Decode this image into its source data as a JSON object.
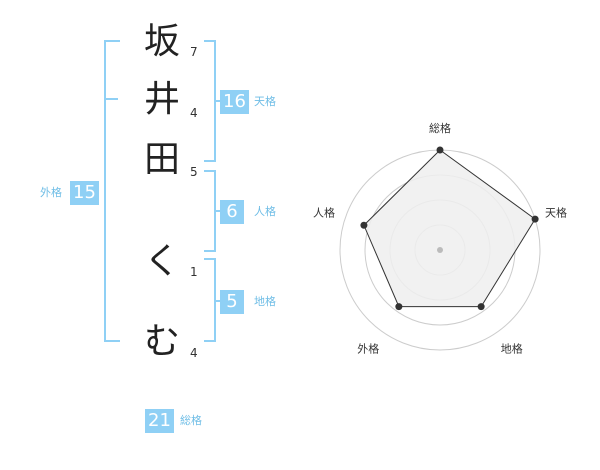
{
  "name_chars": [
    {
      "char": "坂",
      "strokes": "7"
    },
    {
      "char": "井",
      "strokes": "4"
    },
    {
      "char": "田",
      "strokes": "5"
    },
    {
      "char": "く",
      "strokes": "1"
    },
    {
      "char": "む",
      "strokes": "4"
    }
  ],
  "badges": {
    "tenkaku": {
      "value": "16",
      "label": "天格"
    },
    "jinkaku": {
      "value": "6",
      "label": "人格"
    },
    "chikaku": {
      "value": "5",
      "label": "地格"
    },
    "gaikaku": {
      "value": "15",
      "label": "外格"
    },
    "soukaku": {
      "value": "21",
      "label": "総格"
    }
  },
  "chart_data": {
    "type": "radar",
    "axes": [
      "総格",
      "天格",
      "地格",
      "外格",
      "人格"
    ],
    "values": [
      1.0,
      1.0,
      0.7,
      0.7,
      0.8
    ],
    "rings": 4,
    "colors": {
      "fill": "#eeeeee",
      "line": "#333333",
      "ring": "#cccccc"
    }
  }
}
